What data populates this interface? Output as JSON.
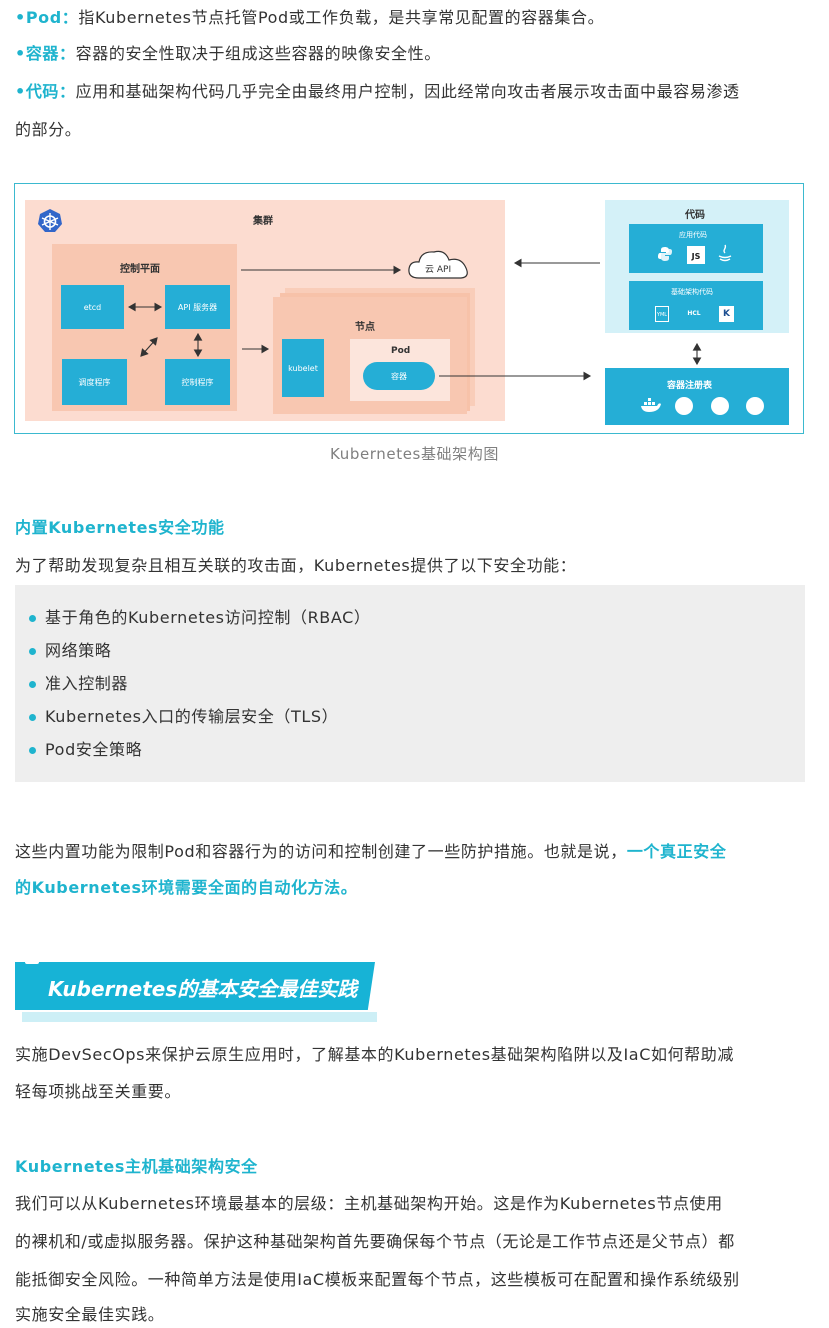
{
  "intro": {
    "pod_label": "•Pod：",
    "pod_text": "指Kubernetes节点托管Pod或工作负载，是共享常见配置的容器集合。",
    "container_label": "•容器：",
    "container_text": "容器的安全性取决于组成这些容器的映像安全性。",
    "code_label": "•代码：",
    "code_text_1": "应用和基础架构代码几乎完全由最终用户控制，因此经常向攻击者展示攻击面中最容易渗透",
    "code_text_2": "的部分。"
  },
  "diagram": {
    "cluster": "集群",
    "control_plane": "控制平面",
    "etcd": "etcd",
    "api_server": "API 服务器",
    "scheduler": "调度程序",
    "controller": "控制程序",
    "cloud_api": "云 API",
    "node": "节点",
    "kubelet": "kubelet",
    "pod": "Pod",
    "container": "容器",
    "code": "代码",
    "app_code": "应用代码",
    "infra_code": "基础架构代码",
    "registry": "容器注册表",
    "js_badge": "JS",
    "k_badge": "K",
    "hcl_badge": "HCL",
    "yml_badge": "YML",
    "k8s_icon": "kubernetes-icon",
    "accent": "#25aed6"
  },
  "caption": "Kubernetes基础架构图",
  "builtin": {
    "heading": "内置Kubernetes安全功能",
    "intro": "为了帮助发现复杂且相互关联的攻击面，Kubernetes提供了以下安全功能：",
    "items": [
      "基于角色的Kubernetes访问控制（RBAC）",
      "网络策略",
      "准入控制器",
      "Kubernetes入口的传输层安全（TLS）",
      "Pod安全策略"
    ],
    "para_1a": "这些内置功能为限制Pod和容器行为的访问和控制创建了一些防护措施。也就是说，",
    "para_1b": "一个真正安全",
    "para_2": "的Kubernetes环境需要全面的自动化方法。"
  },
  "section": {
    "banner": "Kubernetes的基本安全最佳实践",
    "para_1": "实施DevSecOps来保护云原生应用时，了解基本的Kubernetes基础架构陷阱以及IaC如何帮助减",
    "para_2": "轻每项挑战至关重要。"
  },
  "host": {
    "heading": "Kubernetes主机基础架构安全",
    "line_1": "我们可以从Kubernetes环境最基本的层级：主机基础架构开始。这是作为Kubernetes节点使用",
    "line_2": "的裸机和/或虚拟服务器。保护这种基础架构首先要确保每个节点（无论是工作节点还是父节点）都",
    "line_3": "能抵御安全风险。一种简单方法是使用IaC模板来配置每个节点，这些模板可在配置和操作系统级别",
    "line_4": "实施安全最佳实践。"
  },
  "colors": {
    "accent": "#1fb4ce",
    "text": "#333333",
    "gray_box": "#eeeeee",
    "banner": "#17b3d6"
  }
}
